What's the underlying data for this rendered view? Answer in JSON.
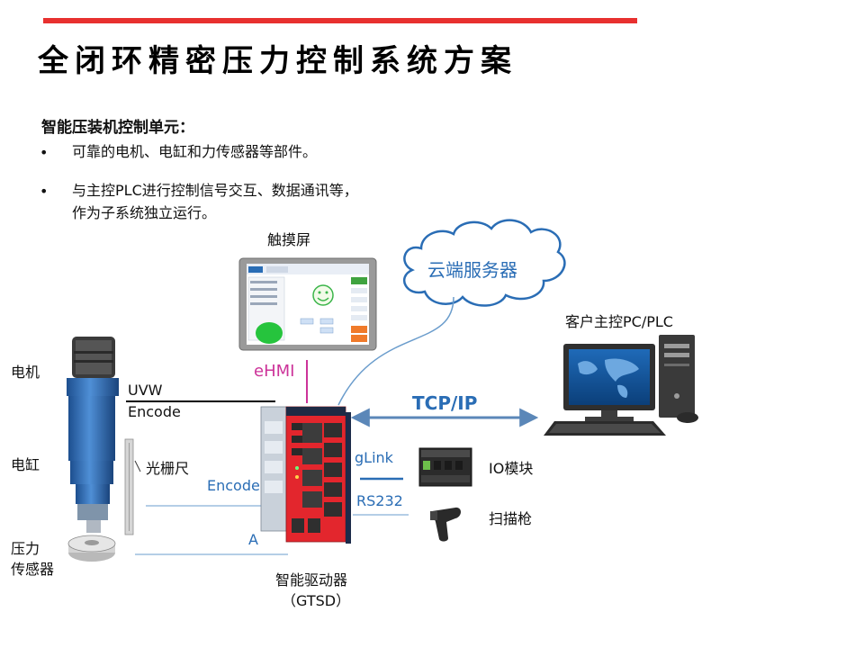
{
  "slide": {
    "title": "全闭环精密压力控制系统方案",
    "accent_color": "#e8302f",
    "intro": {
      "heading": "智能压装机控制单元：",
      "bullets": [
        "可靠的电机、电缸和力传感器等部件。",
        "与主控PLC进行控制信号交互、数据通讯等，",
        "作为子系统独立运行。"
      ]
    }
  },
  "diagram": {
    "touchscreen_label": "触摸屏",
    "cloud_label": "云端服务器",
    "ehmi_label": "eHMI",
    "pc_label": "客户主控PC/PLC",
    "tcp_label": "TCP/IP",
    "motor_label": "电机",
    "cylinder_label": "电缸",
    "force_sensor_label_line1": "压力",
    "force_sensor_label_line2": "传感器",
    "uvw_label": "UVW",
    "encode_label_1": "Encode",
    "grating_label": "光栅尺",
    "encode_label_2": "Encode",
    "a_label": "A",
    "glink_label": "gLink",
    "rs232_label": "RS232",
    "io_label": "IO模块",
    "scanner_label": "扫描枪",
    "driver_label": "智能驱动器",
    "driver_model": "（GTSD）",
    "line_color": "#2a6db5",
    "ehmi_color": "#cc3399"
  }
}
